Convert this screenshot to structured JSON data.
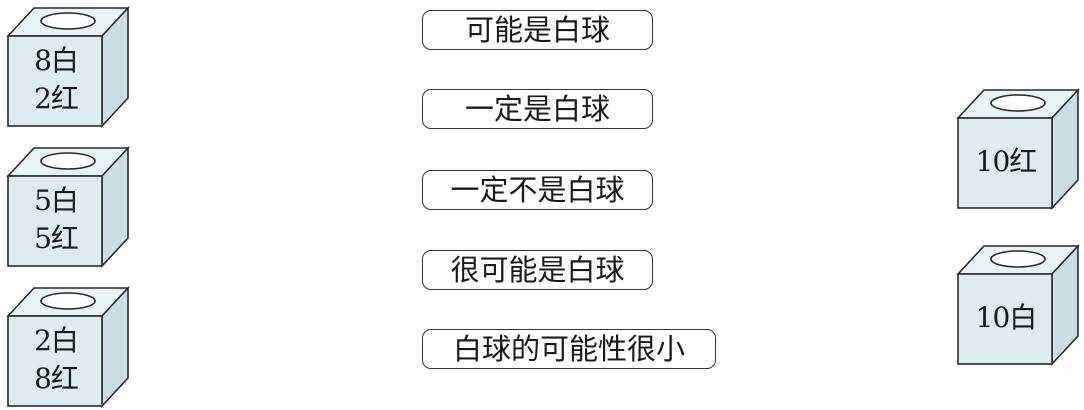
{
  "boxes_left": [
    {
      "lines": [
        "8白",
        "2红"
      ]
    },
    {
      "lines": [
        "5白",
        "5红"
      ]
    },
    {
      "lines": [
        "2白",
        "8红"
      ]
    }
  ],
  "options": [
    "可能是白球",
    "一定是白球",
    "一定不是白球",
    "很可能是白球",
    "白球的可能性很小"
  ],
  "boxes_right": [
    {
      "lines": [
        "10红"
      ]
    },
    {
      "lines": [
        "10白"
      ]
    }
  ],
  "colors": {
    "box_front": "#dcecef",
    "box_top": "#e8f3f5",
    "box_side": "#c9dfe3",
    "stroke": "#2a2a2a"
  }
}
